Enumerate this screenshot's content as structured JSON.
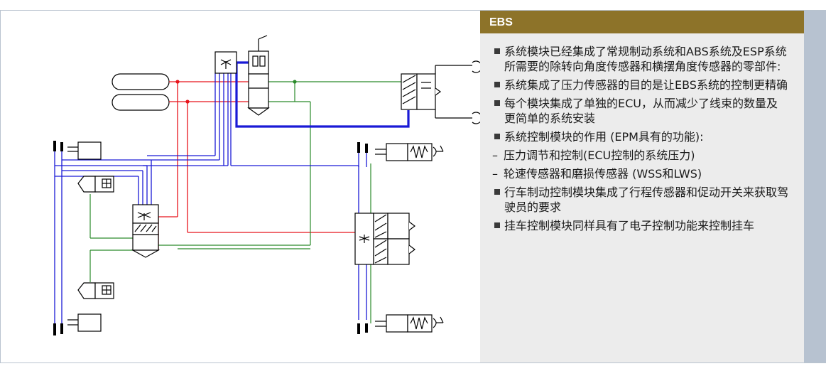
{
  "panel": {
    "title": "EBS",
    "items": [
      {
        "type": "bullet",
        "text": "系统模块已经集成了常规制动系统和ABS系统及ESP系统所需要的除转向角度传感器和横摆角度传感器的零部件:"
      },
      {
        "type": "bullet",
        "text": "系统集成了压力传感器的目的是让EBS系统的控制更精确"
      },
      {
        "type": "bullet",
        "text": " 每个模块集成了单独的ECU，从而减少了线束的数量及更简单的系统安装"
      },
      {
        "type": "bullet",
        "text": "系统控制模块的作用 (EPM具有的功能):"
      },
      {
        "type": "sub",
        "text": "压力调节和控制(ECU控制的系统压力)"
      },
      {
        "type": "sub",
        "text": "轮速传感器和磨损传感器 (WSS和LWS)"
      },
      {
        "type": "bullet",
        "text": "行车制动控制模块集成了行程传感器和促动开关来获取驾驶员的要求"
      },
      {
        "type": "bullet",
        "text": "挂车控制模块同样具有了电子控制功能来控制挂车"
      }
    ]
  },
  "colors": {
    "header": "#8d7329",
    "panel_background": "#ececec",
    "side_strip": "#b7c2d0",
    "pneumatic_red": "#e8141c",
    "electric_blue": "#1a1ad6",
    "pneumatic_green": "#2a8a2a"
  }
}
